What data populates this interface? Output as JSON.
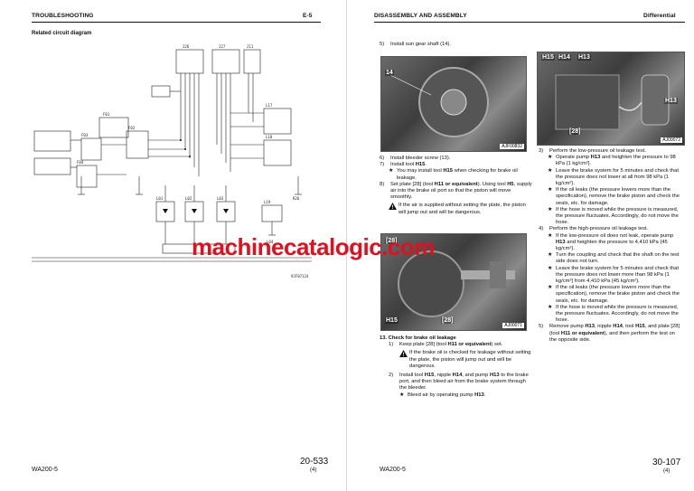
{
  "left_page": {
    "header_left": "TROUBLESHOOTING",
    "header_right": "E-5",
    "subtitle": "Related circuit diagram",
    "diagram_labels": {
      "j26": "J26",
      "j27": "J27",
      "j11": "J11",
      "f01": "F01",
      "f02": "F02",
      "f03": "F03",
      "f04": "F04",
      "l01": "L01",
      "l02": "L02",
      "l03": "L03",
      "l04": "L04",
      "l17": "L17",
      "l18": "L18",
      "l19": "L19",
      "r26": "R26",
      "fig_id": "9JF07124"
    },
    "footer_model": "WA200-5",
    "footer_page": "20-533",
    "footer_rev": "(4)"
  },
  "right_page": {
    "header_left": "DISASSEMBLY AND ASSEMBLY",
    "header_right": "Differential",
    "footer_model": "WA200-5",
    "footer_page": "30-107",
    "footer_rev": "(4)",
    "photo1": {
      "label": "14",
      "code": "AJF00832"
    },
    "photo2": {
      "labels": [
        "H15",
        "H14",
        "H13",
        "H13",
        "[28]"
      ],
      "code": "AJ00072"
    },
    "photo3": {
      "labels": [
        "[28]",
        "H15",
        "[28]"
      ],
      "code": "AJ00071"
    },
    "col1": {
      "s5": {
        "n": "5)",
        "t": "Install sun gear shaft (14)."
      },
      "s6": {
        "n": "6)",
        "t": "Install bleeder screw (13)."
      },
      "s7_n": "7)",
      "s7_a": "Install tool ",
      "s7_b": "H15",
      "s7_c": ".",
      "s7_star": "★",
      "s7_note_a": "You may install tool ",
      "s7_note_b": "H15",
      "s7_note_c": " when checking for brake oil leakage.",
      "s8_n": "8)",
      "s8_a": "Set plate [28] (tool ",
      "s8_b": "H11 or equivalent",
      "s8_c": "). Using tool ",
      "s8_d": "H5",
      "s8_e": ", supply air into the brake oil port so that the piston will move smoothly.",
      "s8_warn": "If the air is supplied without setting the plate, the piston will jump out and will be dangerous.",
      "sec13": "13. Check for brake oil leakage",
      "s13_1_n": "1)",
      "s13_1_a": "Keep plate [28] (tool ",
      "s13_1_b": "H11 or equivalent",
      "s13_1_c": ") set.",
      "s13_1_warn": "If the brake oil is checked for leakage without setting the plate, the piston will jump out and will be dangerous.",
      "s13_2_n": "2)",
      "s13_2_a": "Install tool ",
      "s13_2_b": "H15",
      "s13_2_c": ", nipple ",
      "s13_2_d": "H14",
      "s13_2_e": ", and pump ",
      "s13_2_f": "H13",
      "s13_2_g": " to the brake port, and then bleed air from the brake system through the bleeder.",
      "s13_2_star_a": "Bleed air by operating pump ",
      "s13_2_star_b": "H13",
      "s13_2_star_c": "."
    },
    "col2": {
      "s3_n": "3)",
      "s3_t": "Perform the low-pressure oil leakage test.",
      "s3_b1_a": "Operate pump ",
      "s3_b1_b": "H13",
      "s3_b1_c": " and heighten the pressure to 98 kPa {1 kg/cm²}.",
      "s3_b2": "Leave the brake system for 5 minutes and check that the pressure does not lower at all from 98 kPa {1 kg/cm²}.",
      "s3_b3": "If the oil leaks (the pressure lowers more than the specification), remove the brake piston and check the seals, etc. for damage.",
      "s3_b4": "If the hose is moved while the pressure is measured, the pressure fluctuates. Accordingly, do not move the hose.",
      "s4_n": "4)",
      "s4_t": "Perform the high-pressure oil leakage test.",
      "s4_b1_a": "If the low-pressure oil does not leak, operate pump ",
      "s4_b1_b": "H13",
      "s4_b1_c": " and heighten the pressure to 4,410 kPa {45 kg/cm²}.",
      "s4_b2": "Turn the coupling and check that the shaft on the test side does not turn.",
      "s4_b3": "Leave the brake system for 5 minutes and check that the pressure does not lower more than 98 kPa {1 kg/cm²} from 4,410 kPa {45 kg/cm²}.",
      "s4_b4": "If the oil leaks (the pressure lowers more than the specification), remove the brake piston and check the seals, etc. for damage.",
      "s4_b5": "If the hose is moved while the pressure is measured, the pressure fluctuates. Accordingly, do not move the hose.",
      "s5_n": "5)",
      "s5_a": "Remove pump ",
      "s5_b": "H13",
      "s5_c": ", nipple ",
      "s5_d": "H14",
      "s5_e": ", tool ",
      "s5_f": "H15",
      "s5_g": ", and plate [28] (tool ",
      "s5_h": "H11 or equivalent",
      "s5_i": "), and then perform the test on the opposite side.",
      "star": "★"
    }
  },
  "watermark": "machinecatalogic.com"
}
